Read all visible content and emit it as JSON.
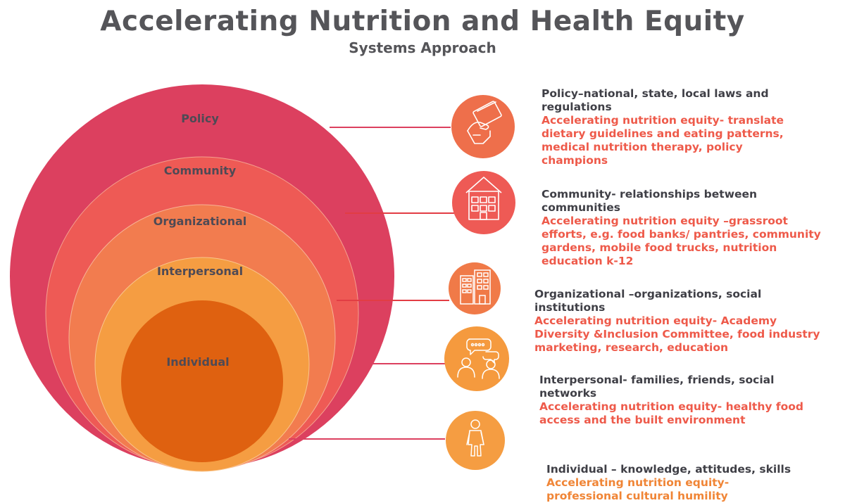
{
  "title": "Accelerating Nutrition and Health Equity",
  "subtitle": "Systems Approach",
  "levels": [
    {
      "label": "Policy",
      "heading": "Policy–national, state, local laws and regulations",
      "detail": "Accelerating nutrition equity- translate dietary guidelines and eating patterns, medical nutrition therapy, policy champions",
      "icon": "hand-card-icon",
      "color": "#dc405f",
      "icon_color": "#ee6f4b"
    },
    {
      "label": "Community",
      "heading": "Community- relationships between communities",
      "detail": "Accelerating nutrition equity –grassroot efforts, e.g. food banks/ pantries, community gardens, mobile food trucks, nutrition education k-12",
      "icon": "house-icon",
      "color": "#ee5a55",
      "icon_color": "#ee5a55"
    },
    {
      "label": "Organizational",
      "heading": "Organizational –organizations, social institutions",
      "detail": "Accelerating nutrition equity- Academy Diversity &Inclusion Committee, food industry marketing, research, education",
      "icon": "buildings-icon",
      "color": "#f27c4f",
      "icon_color": "#f07a48"
    },
    {
      "label": "Interpersonal",
      "heading": "Interpersonal- families, friends, social networks",
      "detail": "Accelerating nutrition equity- healthy food access and the built environment",
      "icon": "people-talking-icon",
      "color": "#f59d42",
      "icon_color": "#f59a3e"
    },
    {
      "label": "Individual",
      "heading": "Individual – knowledge, attitudes, skills",
      "detail": "Accelerating nutrition equity- professional cultural humility",
      "icon": "person-icon",
      "color": "#df6110",
      "icon_color": "#f59d42"
    }
  ]
}
